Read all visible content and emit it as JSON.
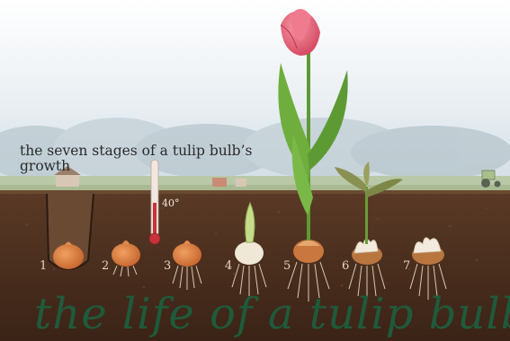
{
  "subtitle_line1": "the seven stages of a tulip bulb’s",
  "subtitle_line2": "growth",
  "main_title": "the life of a tulip bulb",
  "temperature_label": "40°",
  "stage_labels": [
    "1",
    "2",
    "3",
    "4",
    "5",
    "6",
    "7"
  ],
  "colors": {
    "soil": "#4a2e1e",
    "sky": "#d9e4ea",
    "bulb": "#d9773a",
    "petal": "#e2566a",
    "leaf": "#5e9a34",
    "title": "#1f5a3a"
  }
}
